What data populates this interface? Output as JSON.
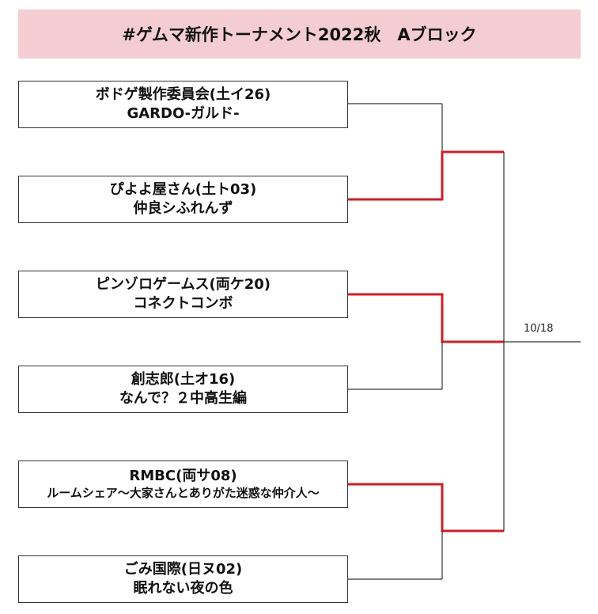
{
  "title": "#ゲムマ新作トーナメント2022秋　Aブロック",
  "round_date": "10/18",
  "colors": {
    "title_background": "#f3cdd2",
    "bracket_line": "#333333",
    "advance_line": "#cc1f27"
  },
  "teams": [
    {
      "name": "ボドゲ製作委員会(土イ26)",
      "game": "GARDO-ガルド-"
    },
    {
      "name": "ぴよよ屋さん(土ト03)",
      "game": "仲良シふれんず"
    },
    {
      "name": "ピンゾロゲームス(両ケ20)",
      "game": "コネクトコンボ"
    },
    {
      "name": "創志郎(土オ16)",
      "game": "なんで？２中高生編"
    },
    {
      "name": "RMBC(両サ08)",
      "game": "ルームシェア～大家さんとありがた迷惑な仲介人～"
    },
    {
      "name": "ごみ国際(日ヌ02)",
      "game": "眠れない夜の色"
    }
  ]
}
